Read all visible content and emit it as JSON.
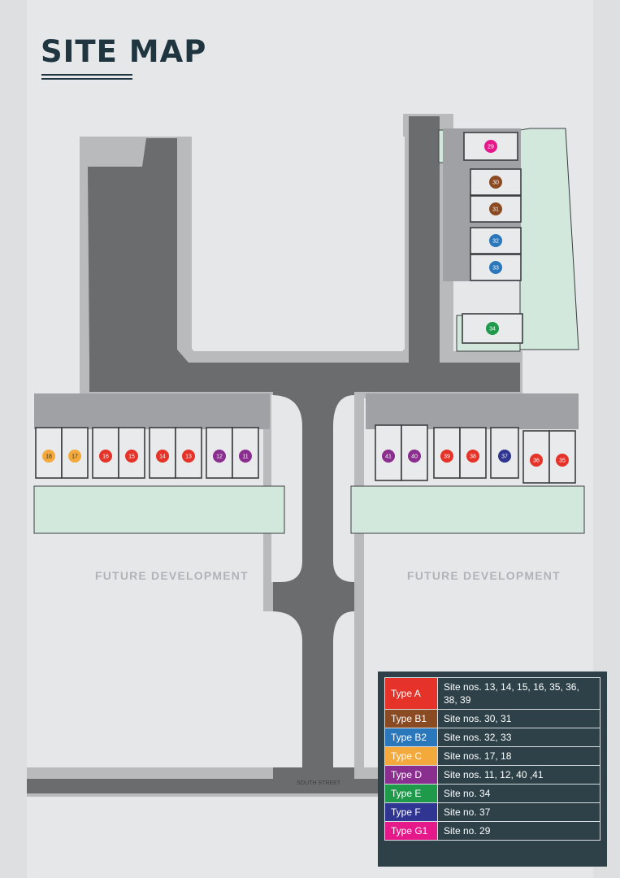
{
  "page": {
    "title": "SITE MAP"
  },
  "labels": {
    "future_left": "FUTURE DEVELOPMENT",
    "future_right": "FUTURE DEVELOPMENT",
    "street": "SOUTH STREET"
  },
  "colors": {
    "background": "#dedfe0",
    "road": "#6b6c6e",
    "pavement": "#b9babc",
    "garden": "#d3e8dc",
    "house": "#e9eaeb",
    "outline": "#3b3e41",
    "A": "#e63329",
    "B1": "#8a4a22",
    "B2": "#2b77bb",
    "C": "#f3a93b",
    "D": "#8a2e8f",
    "E": "#1f9a4a",
    "F": "#2f3590",
    "G1": "#e5198a"
  },
  "sites": [
    {
      "no": "29",
      "type": "G1"
    },
    {
      "no": "30",
      "type": "B1"
    },
    {
      "no": "31",
      "type": "B1"
    },
    {
      "no": "32",
      "type": "B2"
    },
    {
      "no": "33",
      "type": "B2"
    },
    {
      "no": "34",
      "type": "E"
    },
    {
      "no": "18",
      "type": "C"
    },
    {
      "no": "17",
      "type": "C"
    },
    {
      "no": "16",
      "type": "A"
    },
    {
      "no": "15",
      "type": "A"
    },
    {
      "no": "14",
      "type": "A"
    },
    {
      "no": "13",
      "type": "A"
    },
    {
      "no": "12",
      "type": "D"
    },
    {
      "no": "11",
      "type": "D"
    },
    {
      "no": "41",
      "type": "D"
    },
    {
      "no": "40",
      "type": "D"
    },
    {
      "no": "39",
      "type": "A"
    },
    {
      "no": "38",
      "type": "A"
    },
    {
      "no": "37",
      "type": "F"
    },
    {
      "no": "36",
      "type": "A"
    },
    {
      "no": "35",
      "type": "A"
    }
  ],
  "legend": [
    {
      "type": "A",
      "label": "Type A",
      "sites": "Site nos. 13, 14, 15, 16, 35, 36, 38, 39"
    },
    {
      "type": "B1",
      "label": "Type B1",
      "sites": "Site nos. 30, 31"
    },
    {
      "type": "B2",
      "label": "Type B2",
      "sites": "Site nos. 32, 33"
    },
    {
      "type": "C",
      "label": "Type C",
      "sites": "Site nos. 17, 18"
    },
    {
      "type": "D",
      "label": "Type D",
      "sites": "Site nos. 11, 12, 40 ,41"
    },
    {
      "type": "E",
      "label": "Type E",
      "sites": "Site no. 34"
    },
    {
      "type": "F",
      "label": "Type F",
      "sites": "Site no. 37"
    },
    {
      "type": "G1",
      "label": "Type G1",
      "sites": "Site no. 29"
    }
  ]
}
